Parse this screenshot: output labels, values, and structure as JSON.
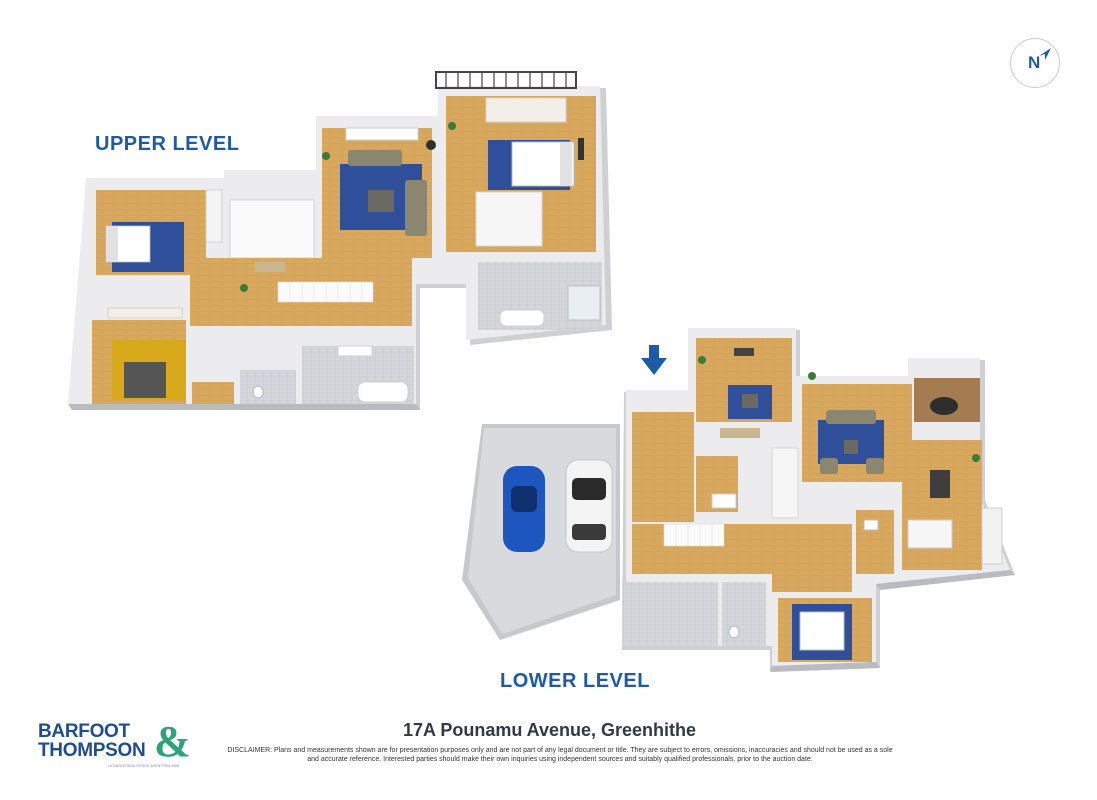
{
  "levels": {
    "upper": "UPPER LEVEL",
    "lower": "LOWER LEVEL"
  },
  "compass": {
    "label": "N"
  },
  "brand": {
    "line1": "BARFOOT",
    "line2": "THOMPSON",
    "amp": "&",
    "tagline": "LICENSED REAL ESTATE AGENT REA 2008",
    "color": "#1f4e8c",
    "accent": "#2da37a"
  },
  "address": "17A Pounamu Avenue, Greenhithe",
  "disclaimer": "DISCLAIMER: Plans and measurements shown are for presentation purposes only and are not part of any legal document or title. They are subject to errors, omissions, inaccuracies and should not be used as a sole and accurate reference. Interested parties should make their own inquiries using independent sources and suitably qualified professionals, prior to the auction date.",
  "colors": {
    "wood": "#d9a85f",
    "rug_blue": "#2f4f9a",
    "rug_yellow": "#d9a91c",
    "wall": "#e8e8ea",
    "tile": "#c9ccd1",
    "garage": "#d4d6d9",
    "car_blue": "#1e56c0",
    "car_white": "#f4f4f4"
  },
  "entry_marker": "entry-arrow"
}
